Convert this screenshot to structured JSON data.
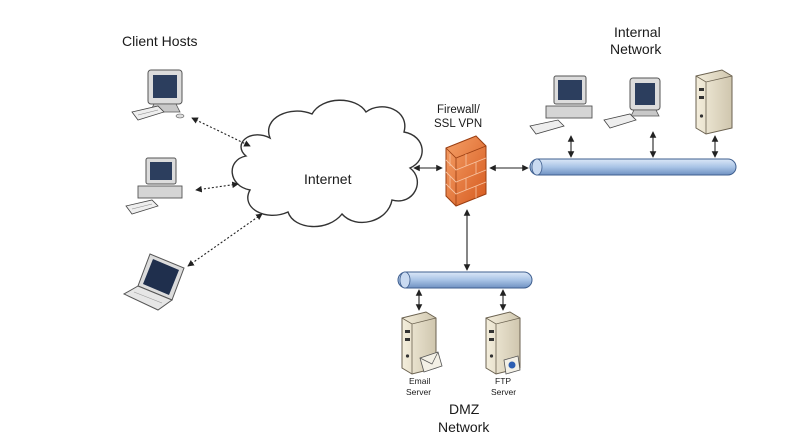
{
  "labels": {
    "client_hosts": "Client Hosts",
    "internet": "Internet",
    "firewall_line1": "Firewall/",
    "firewall_line2": "SSL VPN",
    "internal_line1": "Internal",
    "internal_line2": "Network",
    "dmz_line1": "DMZ",
    "dmz_line2": "Network",
    "email_line1": "Email",
    "email_line2": "Server",
    "ftp_line1": "FTP",
    "ftp_line2": "Server"
  },
  "colors": {
    "bus_fill": "#a9c4e6",
    "bus_stroke": "#3f5f8f",
    "firewall": "#e9743a",
    "cloud_stroke": "#333333",
    "device_body": "#e3e3e3"
  },
  "icons": {
    "client_1": "desktop-computer-icon",
    "client_2": "desktop-tower-icon",
    "client_3": "laptop-icon",
    "firewall": "firewall-brick-icon",
    "internal_1": "desktop-tower-icon",
    "internal_2": "desktop-computer-icon",
    "internal_3": "server-icon",
    "dmz_1": "email-server-icon",
    "dmz_2": "ftp-server-icon"
  }
}
